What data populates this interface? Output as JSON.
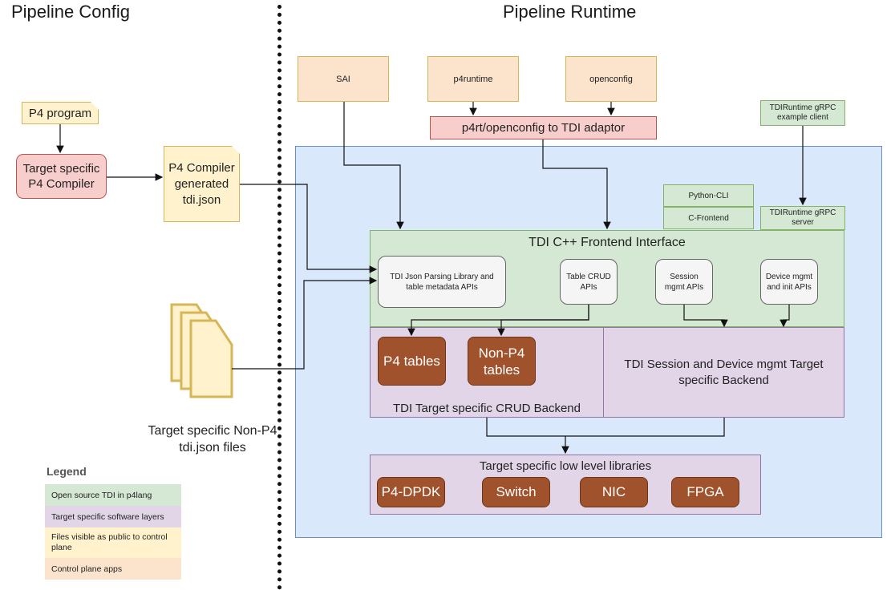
{
  "titles": {
    "config": "Pipeline Config",
    "runtime": "Pipeline Runtime"
  },
  "config": {
    "p4_program": "P4 program",
    "compiler": "Target specific P4 Compiler",
    "generated": "P4 Compiler generated tdi.json",
    "nonp4_files": "Target specific Non-P4 tdi.json files"
  },
  "apps": {
    "sai": "SAI",
    "p4runtime": "p4runtime",
    "openconfig": "openconfig"
  },
  "adaptor": "p4rt/openconfig to TDI adaptor",
  "grpc_client": "TDIRuntime gRPC example client",
  "python_cli": "Python-CLI",
  "c_frontend": "C-Frontend",
  "grpc_server": "TDIRuntime gRPC server",
  "frontend": {
    "title": "TDI C++ Frontend Interface",
    "json_lib": "TDI Json Parsing Library and table metadata APIs",
    "table_crud": "Table CRUD APIs",
    "session": "Session mgmt APIs",
    "device": "Device mgmt and init APIs"
  },
  "crud_backend": {
    "p4_tables": "P4 tables",
    "nonp4_tables": "Non-P4 tables",
    "label": "TDI Target specific CRUD Backend"
  },
  "session_backend": "TDI Session and Device mgmt Target specific Backend",
  "low_level": {
    "title": "Target specific low level libraries",
    "items": [
      "P4-DPDK",
      "Switch",
      "NIC",
      "FPGA"
    ]
  },
  "legend": {
    "title": "Legend",
    "items": [
      {
        "label": "Open source TDI in p4lang",
        "color": "#d5e8d4"
      },
      {
        "label": "Target specific software layers",
        "color": "#e1d5e7"
      },
      {
        "label": "Files visible as public to control plane",
        "color": "#fff2cc"
      },
      {
        "label": "Control plane apps",
        "color": "#fce4cc"
      }
    ]
  }
}
